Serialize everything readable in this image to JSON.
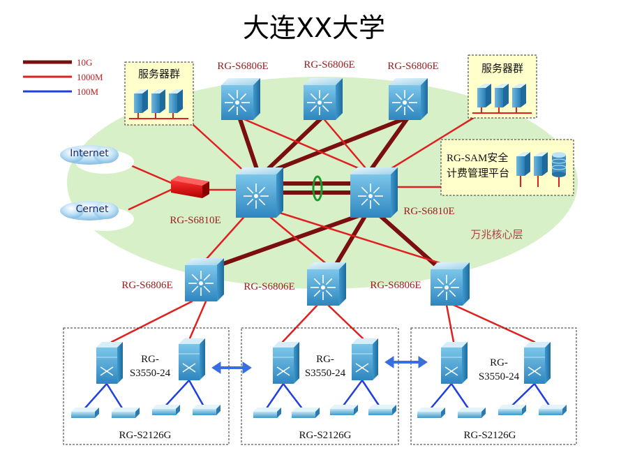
{
  "title": "大连XX大学",
  "legend": {
    "items": [
      {
        "label": "10G",
        "color": "#7a0f0f"
      },
      {
        "label": "1000M",
        "color": "#e02020"
      },
      {
        "label": "100M",
        "color": "#1f3fe0"
      }
    ]
  },
  "server_groups": {
    "left_label": "服务器群",
    "right_label": "服务器群"
  },
  "security_platform": {
    "line1": "RG-SAM安全",
    "line2": "计费管理平台"
  },
  "external": {
    "internet": "Internet",
    "cernet": "Cernet"
  },
  "switches": {
    "top": [
      "RG-S6806E",
      "RG-S6806E",
      "RG-S6806E"
    ],
    "core_left": "RG-S6810E",
    "core_right": "RG-S6810E",
    "core_layer": "万兆核心层",
    "distribution": [
      "RG-S6806E",
      "RG-S6806E",
      "RG-S6806E"
    ]
  },
  "access_groups": [
    {
      "stack_line1": "RG-",
      "stack_line2": "S3550-24",
      "edge_label": "RG-S2126G"
    },
    {
      "stack_line1": "RG-",
      "stack_line2": "S3550-24",
      "edge_label": "RG-S2126G"
    },
    {
      "stack_line1": "RG-",
      "stack_line2": "S3550-24",
      "edge_label": "RG-S2126G"
    }
  ],
  "colors": {
    "link_10g": "#7a0f0f",
    "link_1000m": "#e02020",
    "link_100m": "#1f3fe0",
    "core_ellipse": "#d8f0c8",
    "switch_blue": "#4aa6d6",
    "stack_arrow": "#3a6de0"
  }
}
